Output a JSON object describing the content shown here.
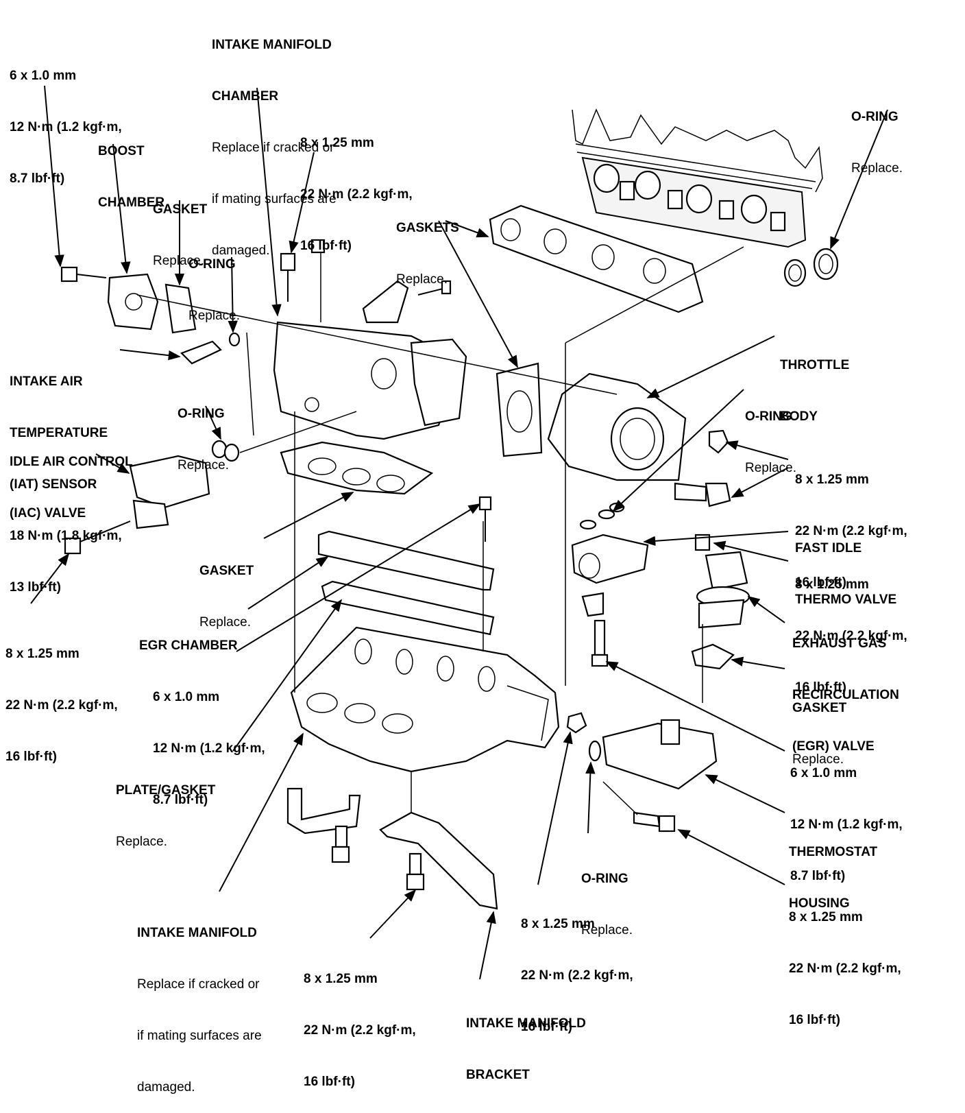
{
  "labels": {
    "bolt_boost": [
      "6 x 1.0 mm",
      "12 N·m (1.2 kgf·m,",
      "8.7 lbf·ft)"
    ],
    "boost_chamber": [
      "BOOST",
      "CHAMBER"
    ],
    "gasket_top": [
      "GASKET"
    ],
    "gasket_top_note": "Replace.",
    "oring_top": [
      "O-RING"
    ],
    "oring_top_note": "Replace.",
    "im_chamber": [
      "INTAKE MANIFOLD",
      "CHAMBER"
    ],
    "im_chamber_note": [
      "Replace if cracked or",
      "if mating surfaces are",
      "damaged."
    ],
    "bolt_top_center": [
      "8 x 1.25 mm",
      "22 N·m (2.2 kgf·m,",
      "16 lbf·ft)"
    ],
    "gaskets": [
      "GASKETS"
    ],
    "gaskets_note": "Replace.",
    "oring_right_top": [
      "O-RING"
    ],
    "oring_right_top_note": "Replace.",
    "iat_sensor": [
      "INTAKE AIR",
      "TEMPERATURE",
      "(IAT) SENSOR"
    ],
    "iat_torque": [
      "18 N·m (1.8 kgf·m,",
      "13 lbf·ft)"
    ],
    "oring_iac": [
      "O-RING"
    ],
    "oring_iac_note": "Replace.",
    "iac_valve": [
      "IDLE AIR CONTROL",
      "(IAC) VALVE"
    ],
    "throttle_body": [
      "THROTTLE",
      "BODY"
    ],
    "oring_throttle": [
      "O-RING"
    ],
    "oring_throttle_note": "Replace.",
    "bolt_throttle": [
      "8 x 1.25 mm",
      "22 N·m (2.2 kgf·m,",
      "16 lbf·ft)"
    ],
    "fast_idle": [
      "FAST IDLE",
      "THERMO VALVE"
    ],
    "bolt_egr_valve": [
      "8 x 1.25 mm",
      "22 N·m (2.2 kgf·m,",
      "16 lbf·ft)"
    ],
    "egr_valve": [
      "EXHAUST GAS",
      "RECIRCULATION",
      "(EGR) VALVE"
    ],
    "gasket_egr": [
      "GASKET"
    ],
    "gasket_egr_note": "Replace.",
    "gasket_mid": [
      "GASKET"
    ],
    "gasket_mid_note": "Replace.",
    "egr_chamber": [
      "EGR CHAMBER"
    ],
    "bolt_left": [
      "8 x 1.25 mm",
      "22 N·m (2.2 kgf·m,",
      "16 lbf·ft)"
    ],
    "bolt_egr_chamber": [
      "6 x 1.0 mm",
      "12 N·m (1.2 kgf·m,",
      "8.7 lbf·ft)"
    ],
    "plate_gasket": [
      "PLATE/GASKET"
    ],
    "plate_gasket_note": "Replace.",
    "bolt_right_mid": [
      "6 x 1.0 mm",
      "12 N·m (1.2 kgf·m,",
      "8.7 lbf·ft)"
    ],
    "thermostat": [
      "THERMOSTAT",
      "HOUSING"
    ],
    "oring_bottom": [
      "O-RING"
    ],
    "oring_bottom_note": "Replace.",
    "bolt_thermostat": [
      "8 x 1.25 mm",
      "22 N·m (2.2 kgf·m,",
      "16 lbf·ft)"
    ],
    "intake_manifold": [
      "INTAKE MANIFOLD"
    ],
    "intake_manifold_note": [
      "Replace if cracked or",
      "if mating surfaces are",
      "damaged."
    ],
    "bolt_bottom_left": [
      "8 x 1.25 mm",
      "22 N·m (2.2 kgf·m,",
      "16 lbf·ft)"
    ],
    "bolt_bottom_mid": [
      "8 x 1.25 mm",
      "22 N·m (2.2 kgf·m,",
      "16 lbf·ft)"
    ],
    "im_bracket": [
      "INTAKE MANIFOLD",
      "BRACKET"
    ]
  }
}
